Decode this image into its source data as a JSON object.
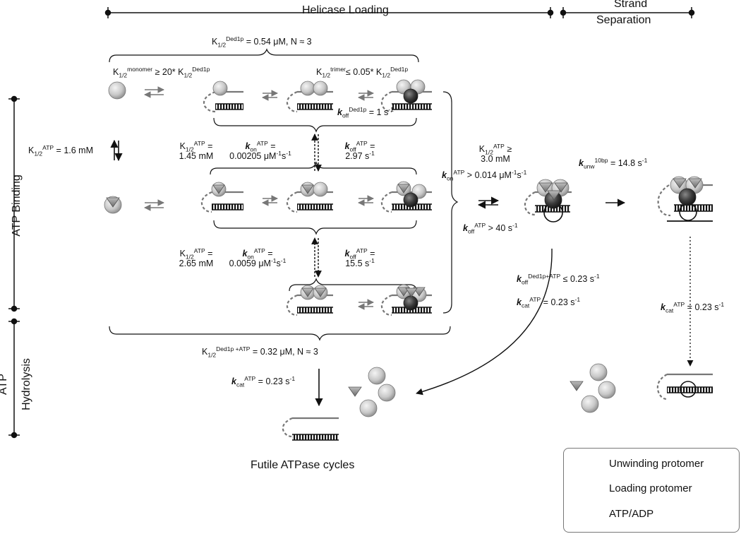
{
  "header": {
    "helicase_loading": "Helicase Loading",
    "strand_separation_line1": "Strand",
    "strand_separation_line2": "Separation"
  },
  "side_labels": {
    "atp_binding": "ATP Binding",
    "atp_hydrolysis_line1": "ATP",
    "atp_hydrolysis_line2": "Hydrolysis"
  },
  "annotations": {
    "k_half_ded1p": {
      "sym": "K",
      "sub": "1/2",
      "sup": "Ded1p",
      "rest": " = 0.54 μM, N ≈ 3"
    },
    "k_half_monomer": {
      "a_sym": "K",
      "a_sub": "1/2",
      "a_sup": "monomer",
      "mid": " ≥ 20* K",
      "b_sub": "1/2",
      "b_sup": "Ded1p"
    },
    "k_half_trimer": {
      "a_sym": "K",
      "a_sub": "1/2",
      "a_sup": "trimer",
      "mid": "≤ 0.05* K",
      "b_sub": "1/2",
      "b_sup": "Ded1p"
    },
    "koff_ded1p": {
      "sym": "k",
      "sub": "off",
      "sup": "Ded1p",
      "rest": " = 1 s",
      "exp": "-1"
    },
    "k_half_atp_16": {
      "sym": "K",
      "sub": "1/2",
      "sup": "ATP",
      "rest": " = 1.6 mM"
    },
    "k_half_atp_145": {
      "sym": "K",
      "sub": "1/2",
      "sup": "ATP",
      "rest": " =",
      "line2": "1.45 mM"
    },
    "kon_atp_1": {
      "sym": "k",
      "sub": "on",
      "sup": "ATP",
      "rest": " =",
      "line2": "0.00205 μM",
      "line2_exp1": "-1",
      "line2_mid": "s",
      "line2_exp2": "-1"
    },
    "koff_atp_1": {
      "sym": "k",
      "sub": "off",
      "sup": "ATP",
      "rest": " =",
      "line2": "2.97 s",
      "line2_exp": "-1"
    },
    "k_half_atp_30": {
      "sym": "K",
      "sub": "1/2",
      "sup": "ATP",
      "rest": " ≥",
      "line2": "3.0 mM"
    },
    "kon_atp_big": {
      "sym": "k",
      "sub": "on",
      "sup": "ATP",
      "rest": " > 0.014 μM",
      "exp1": "-1",
      "mid": "s",
      "exp2": "-1"
    },
    "koff_atp_big": {
      "sym": "k",
      "sub": "off",
      "sup": "ATP",
      "rest": " > 40 s",
      "exp": "-1"
    },
    "kunw": {
      "sym": "k",
      "sub": "unw",
      "sup": "10bp",
      "rest": " = 14.8  s",
      "exp": "-1"
    },
    "k_half_atp_265": {
      "sym": "K",
      "sub": "1/2",
      "sup": "ATP",
      "rest": " =",
      "line2": "2.65 mM"
    },
    "kon_atp_2": {
      "sym": "k",
      "sub": "on",
      "sup": "ATP",
      "rest": " =",
      "line2": "0.0059 μM",
      "line2_exp1": "-1",
      "line2_mid": "s",
      "line2_exp2": "-1"
    },
    "koff_atp_2": {
      "sym": "k",
      "sub": "off",
      "sup": "ATP",
      "rest": " =",
      "line2": "15.5 s",
      "line2_exp": "-1"
    },
    "koff_ded1p_atp": {
      "sym": "k",
      "sub": "off",
      "sup": "Ded1p+ATP",
      "rest": " ≤ 0.23 s",
      "exp": "-1"
    },
    "kcat_mid": {
      "sym": "k",
      "sub": "cat",
      "sup": "ATP",
      "rest": " = 0.23 s",
      "exp": "-1"
    },
    "kcat_right": {
      "sym": "k",
      "sub": "cat",
      "sup": "ATP",
      "rest": " = 0.23 s",
      "exp": "-1"
    },
    "k_half_ded1p_atp": {
      "sym": "K",
      "sub": "1/2",
      "sup": "Ded1p +ATP",
      "rest": " = 0.32 μM, N ≈ 3"
    },
    "kcat_left": {
      "sym": "k",
      "sub": "cat",
      "sup": "ATP",
      "rest": " = 0.23 s",
      "exp": "-1"
    }
  },
  "caption": "Futile ATPase cycles",
  "legend": {
    "unwinding": "Unwinding protomer",
    "loading": "Loading protomer",
    "atp_adp": "ATP/ADP"
  }
}
